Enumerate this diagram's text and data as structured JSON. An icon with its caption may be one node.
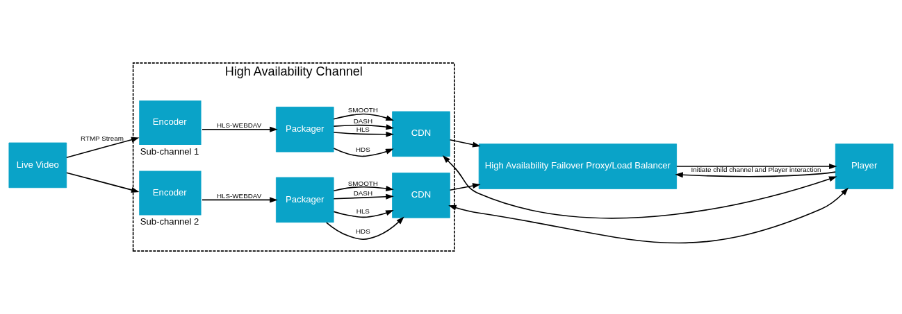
{
  "diagram": {
    "nodes": [
      {
        "text": [
          "High Availability Channel"
        ]
      },
      {
        "text": [
          "Live Video"
        ]
      },
      {
        "text": [
          "Encoder"
        ],
        "in": 0,
        "beside": [
          "Sub-channel 1"
        ]
      },
      {
        "text": [
          "Packager"
        ],
        "in": 0
      },
      {
        "text": [
          "CDN"
        ],
        "in": 0
      },
      {
        "text": [
          "Encoder"
        ],
        "in": 0,
        "beside": [
          "Sub-channel 2"
        ]
      },
      {
        "text": [
          "Packager"
        ],
        "in": 0
      },
      {
        "text": [
          "CDN"
        ],
        "in": 0
      },
      {
        "text": [
          "High Availability Failover Proxy/Load Balancer"
        ]
      },
      {
        "text": [
          "Player"
        ]
      }
    ],
    "edges": [
      {
        "from": 1,
        "to": 2,
        "arrow": "to",
        "label": "RTMP Stream"
      },
      {
        "from": 1,
        "to": 5,
        "arrow": "to"
      },
      {
        "from": 2,
        "to": 3,
        "arrow": "to",
        "label": "HLS-WEBDAV"
      },
      {
        "from": 3,
        "to": 4,
        "arrow": "to",
        "label": "HDS"
      },
      {
        "from": 3,
        "to": 4,
        "arrow": "to",
        "label": "HLS"
      },
      {
        "from": 3,
        "to": 4,
        "arrow": "to",
        "label": "DASH"
      },
      {
        "from": 3,
        "to": 4,
        "arrow": "to",
        "label": "SMOOTH"
      },
      {
        "from": 5,
        "to": 6,
        "arrow": "to",
        "label": "HLS-WEBDAV"
      },
      {
        "from": 6,
        "to": 7,
        "arrow": "to",
        "label": "HDS"
      },
      {
        "from": 6,
        "to": 7,
        "arrow": "to",
        "label": "HLS"
      },
      {
        "from": 6,
        "to": 7,
        "arrow": "to",
        "label": "DASH"
      },
      {
        "from": 6,
        "to": 7,
        "arrow": "to",
        "label": "SMOOTH"
      },
      {
        "from": 4,
        "to": 8,
        "arrow": "to"
      },
      {
        "from": 7,
        "to": 8,
        "arrow": "to"
      },
      {
        "from": 9,
        "to": 8,
        "arrow": "to",
        "label": "Initiate child channel and Player interaction"
      },
      {
        "from": 8,
        "to": 9,
        "arrow": "to"
      },
      {
        "from": 9,
        "to": 4,
        "arrow": "both"
      },
      {
        "from": 9,
        "to": 7,
        "arrow": "both"
      }
    ]
  }
}
